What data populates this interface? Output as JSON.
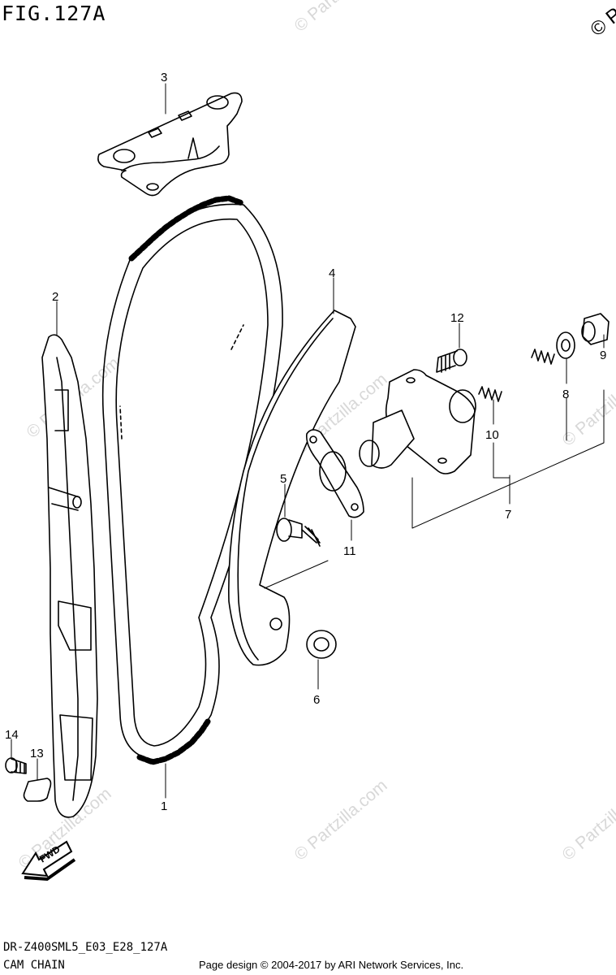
{
  "header": {
    "figure_title": "FIG.127A",
    "corner_watermark": "© Pa"
  },
  "footer": {
    "model_code": "DR-Z400SML5_E03_E28_127A",
    "section_name": "CAM CHAIN",
    "page_credit": "Page design © 2004-2017 by ARI Network Services, Inc."
  },
  "watermark_text": "© Partzilla.com",
  "fwd_label": "FWD",
  "callouts": [
    "1",
    "2",
    "3",
    "4",
    "5",
    "6",
    "7",
    "8",
    "9",
    "10",
    "11",
    "12",
    "13",
    "14"
  ],
  "colors": {
    "line": "#000000",
    "watermark": "#d8d8d8",
    "background": "#ffffff"
  }
}
